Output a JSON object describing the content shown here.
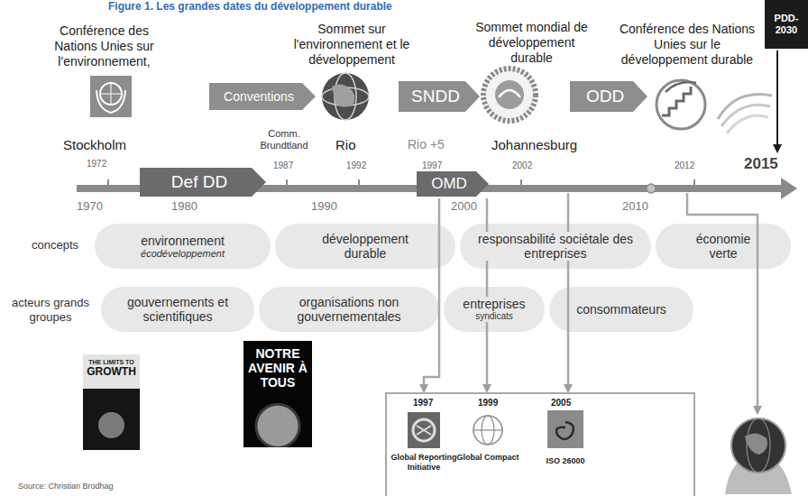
{
  "diagram": {
    "title": "Figure 1. Les grandes dates du développement durable",
    "nodes": [
      {
        "text": [
          "Conventions"
        ]
      },
      {
        "text": [
          "SNDD"
        ]
      },
      {
        "text": [
          "ODD"
        ]
      },
      {
        "text": [
          "PDD-2030"
        ]
      },
      {
        "text": [
          "Def DD"
        ]
      },
      {
        "text": [
          "OMD"
        ]
      },
      {
        "text": [
          "environnement",
          "écodéveloppement"
        ]
      },
      {
        "text": [
          "développement durable"
        ]
      },
      {
        "text": [
          "responsabilité sociétale des entreprises"
        ]
      },
      {
        "text": [
          "économie verte"
        ]
      },
      {
        "text": [
          "gouvernements et scientifiques"
        ]
      },
      {
        "text": [
          "organisations non gouvernementales"
        ]
      },
      {
        "text": [
          "entreprises",
          "syndicats"
        ]
      },
      {
        "text": [
          "consommateurs"
        ]
      },
      {
        "text": [
          "THE LIMITS TO",
          "GROWTH"
        ]
      },
      {
        "text": [
          "NOTRE AVENIR À TOUS"
        ]
      }
    ],
    "labels": [
      "Conférence des Nations Unies sur l'environnement,",
      "Stockholm",
      "1972",
      "Comm. Brundtland",
      "1987",
      "Sommet sur l'environnement et le développement",
      "Rio",
      "1992",
      "Rio +5",
      "1997",
      "Sommet mondial de développement durable",
      "Johannesburg",
      "2002",
      "Conférence des Nations Unies sur le développement durable",
      "2012",
      "2015",
      "1970",
      "1980",
      "1990",
      "2000",
      "2010",
      "concepts",
      "acteurs grands groupes",
      "1997",
      "Global Reporting Initiative",
      "1999",
      "Global Compact",
      "2005",
      "ISO 26000",
      "Source: Christian Brodhag"
    ]
  }
}
